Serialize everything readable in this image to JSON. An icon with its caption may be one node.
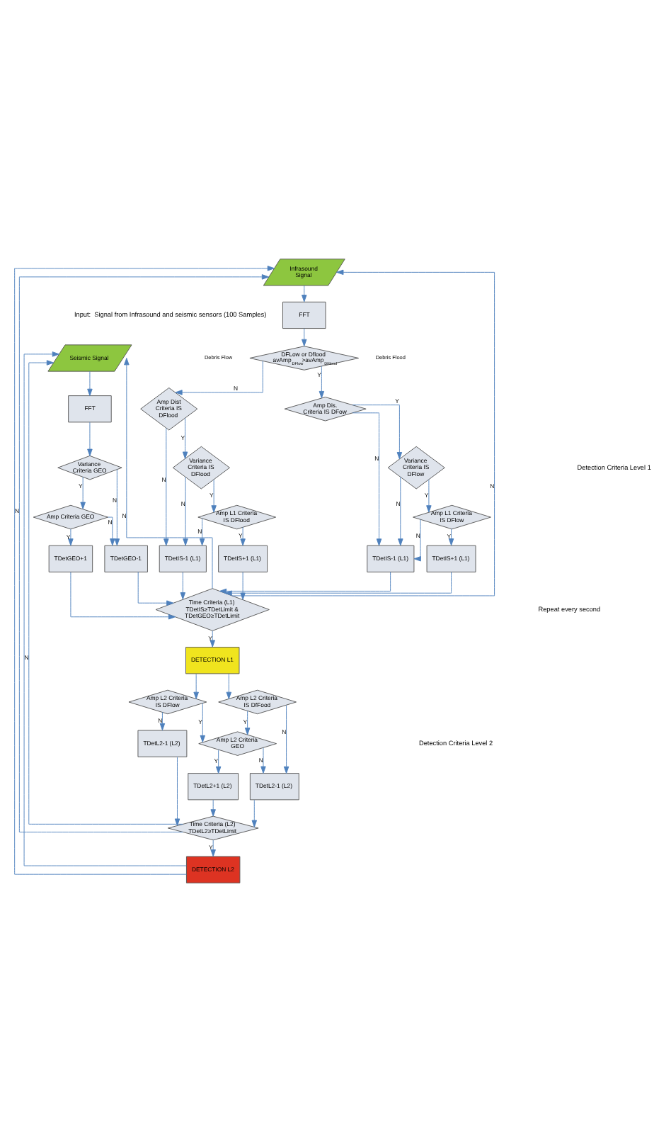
{
  "diagram": {
    "nodes": [
      {
        "text": [
          "Infrasound Signal"
        ]
      },
      {
        "text": [
          "Seismic Signal"
        ]
      },
      {
        "text": [
          "FFT"
        ]
      },
      {
        "text": [
          "FFT"
        ]
      },
      {
        "text": [
          "DFLow or Dflood avAmp$_{DFlow}$>avAmp$_{DFlood}$"
        ],
        "beside": [
          "Debris Flow",
          "Debris Flood"
        ]
      },
      {
        "text": [
          "Amp Dis. Criteria IS DFow"
        ]
      },
      {
        "text": [
          "Variance Criteria IS DFlow"
        ]
      },
      {
        "text": [
          "Amp L1 Criteria IS DFlow"
        ]
      },
      {
        "text": [
          "Amp Dist Criteria IS DFlood"
        ]
      },
      {
        "text": [
          "Variance Criteria IS DFlood"
        ]
      },
      {
        "text": [
          "Amp L1 Criteria IS DFlood"
        ]
      },
      {
        "text": [
          "Variance Criteria GEO"
        ]
      },
      {
        "text": [
          "Amp Criteria GEO"
        ]
      },
      {
        "text": [
          "TDetIS-1 (L1)"
        ]
      },
      {
        "text": [
          "TDetIS+1 (L1)"
        ]
      },
      {
        "text": [
          "TDetIS-1 (L1)"
        ]
      },
      {
        "text": [
          "TDetIS+1 (L1)"
        ]
      },
      {
        "text": [
          "TDetGEO+1"
        ]
      },
      {
        "text": [
          "TDetGEO-1"
        ]
      },
      {
        "text": [
          "Time Criteria (L1) TDetIS≥TDetLimit & TDetGEO≥TDetLimit"
        ]
      },
      {
        "text": [
          "DETECTION L1"
        ]
      },
      {
        "text": [
          "Amp L2 Criteria IS DFlow"
        ]
      },
      {
        "text": [
          "Amp L2 Criteria IS DfFood"
        ]
      },
      {
        "text": [
          "Amp L2 Criteria GEO"
        ]
      },
      {
        "text": [
          "TDetL2-1 (L2)"
        ]
      },
      {
        "text": [
          "TDetL2+1 (L2)"
        ]
      },
      {
        "text": [
          "TDetL2-1 (L2)"
        ]
      },
      {
        "text": [
          "Time Criteria (L2) TDetL2≥TDetLimit"
        ]
      },
      {
        "text": [
          "DETECTION L2"
        ]
      }
    ],
    "edges": [
      {
        "from": 0,
        "to": 2,
        "arrow": "to"
      },
      {
        "from": 1,
        "to": 3,
        "arrow": "to"
      },
      {
        "from": 2,
        "to": 4,
        "arrow": "to"
      },
      {
        "from": 3,
        "to": 11,
        "arrow": "to"
      },
      {
        "from": 4,
        "to": 5,
        "arrow": "to",
        "label": "Y"
      },
      {
        "from": 4,
        "to": 8,
        "arrow": "to",
        "label": "N"
      },
      {
        "from": 5,
        "to": 6,
        "arrow": "to",
        "label": "Y"
      },
      {
        "from": 5,
        "to": 13,
        "arrow": "to",
        "label": "N"
      },
      {
        "from": 6,
        "to": 7,
        "arrow": "to",
        "label": "Y"
      },
      {
        "from": 6,
        "to": 13,
        "arrow": "to",
        "label": "N"
      },
      {
        "from": 7,
        "to": 14,
        "arrow": "to",
        "label": "Y"
      },
      {
        "from": 7,
        "to": 13,
        "arrow": "to",
        "label": "N"
      },
      {
        "from": 8,
        "to": 9,
        "arrow": "to",
        "label": "Y"
      },
      {
        "from": 8,
        "to": 15,
        "arrow": "to",
        "label": "N"
      },
      {
        "from": 9,
        "to": 10,
        "arrow": "to",
        "label": "Y"
      },
      {
        "from": 9,
        "to": 15,
        "arrow": "to",
        "label": "N"
      },
      {
        "from": 10,
        "to": 16,
        "arrow": "to",
        "label": "Y"
      },
      {
        "from": 10,
        "to": 15,
        "arrow": "to",
        "label": "N"
      },
      {
        "from": 11,
        "to": 12,
        "arrow": "to",
        "label": "Y"
      },
      {
        "from": 11,
        "to": 18,
        "arrow": "to",
        "label": "N"
      },
      {
        "from": 12,
        "to": 17,
        "arrow": "to",
        "label": "Y"
      },
      {
        "from": 12,
        "to": 18,
        "arrow": "to",
        "label": "N"
      },
      {
        "from": 13,
        "to": 19,
        "arrow": "to"
      },
      {
        "from": 14,
        "to": 19,
        "arrow": "to"
      },
      {
        "from": 15,
        "to": 19,
        "arrow": "to"
      },
      {
        "from": 16,
        "to": 19,
        "arrow": "to"
      },
      {
        "from": 17,
        "to": 19,
        "arrow": "to"
      },
      {
        "from": 18,
        "to": 19,
        "arrow": "to"
      },
      {
        "from": 19,
        "to": 20,
        "arrow": "to",
        "label": "Y"
      },
      {
        "from": 19,
        "to": 0,
        "arrow": "to",
        "label": "N"
      },
      {
        "from": 19,
        "to": 1,
        "arrow": "to",
        "label": "N"
      },
      {
        "from": 20,
        "to": 21,
        "arrow": "to"
      },
      {
        "from": 20,
        "to": 22,
        "arrow": "to"
      },
      {
        "from": 21,
        "to": 23,
        "arrow": "to",
        "label": "Y"
      },
      {
        "from": 21,
        "to": 24,
        "arrow": "to",
        "label": "N"
      },
      {
        "from": 22,
        "to": 23,
        "arrow": "to",
        "label": "Y"
      },
      {
        "from": 22,
        "to": 26,
        "arrow": "to",
        "label": "N"
      },
      {
        "from": 23,
        "to": 25,
        "arrow": "to",
        "label": "Y"
      },
      {
        "from": 23,
        "to": 26,
        "arrow": "to",
        "label": "N"
      },
      {
        "from": 24,
        "to": 27,
        "arrow": "to"
      },
      {
        "from": 25,
        "to": 27,
        "arrow": "to"
      },
      {
        "from": 26,
        "to": 27,
        "arrow": "to"
      },
      {
        "from": 27,
        "to": 28,
        "arrow": "to",
        "label": "Y"
      },
      {
        "from": 27,
        "to": 0,
        "arrow": "to",
        "label": "N"
      },
      {
        "from": 27,
        "to": 1,
        "arrow": "to",
        "label": "N"
      },
      {
        "from": 28,
        "to": 0,
        "arrow": "to"
      },
      {
        "from": 28,
        "to": 1,
        "arrow": "to"
      }
    ],
    "labels": [
      "Input:  Signal from Infrasound and seismic sensors (100 Samples)",
      "Detection Criteria Level 1",
      "Detection Criteria Level 2",
      "Repeat every second"
    ]
  }
}
